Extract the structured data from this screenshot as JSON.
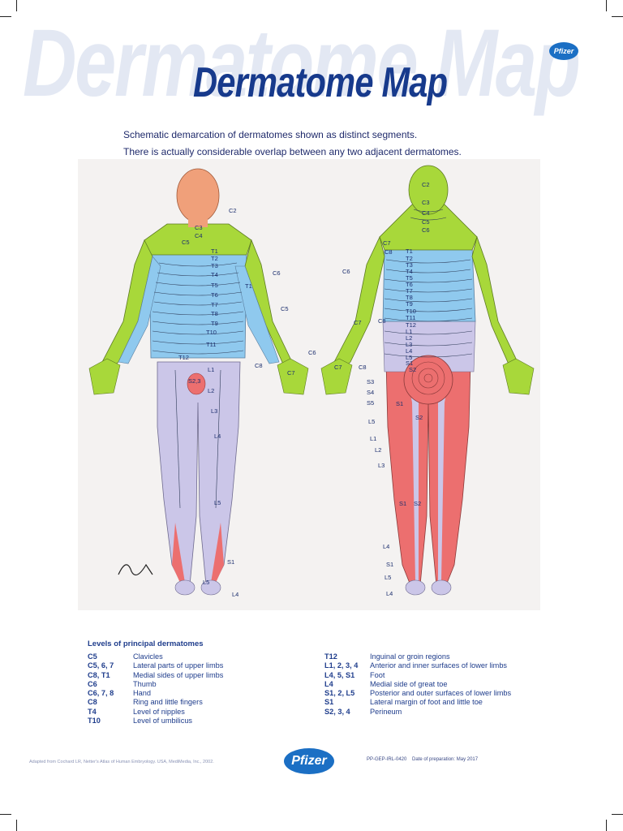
{
  "watermark": "Dermatome Map",
  "title": "Dermatome Map",
  "brand": "Pfizer",
  "subtitle": [
    "Schematic demarcation of dermatomes shown as distinct segments.",
    "There is actually considerable overlap between any two adjacent dermatomes."
  ],
  "front_labels": [
    "C2",
    "C3",
    "C4",
    "C5",
    "T1",
    "T2",
    "T3",
    "T4",
    "T5",
    "T6",
    "T7",
    "T8",
    "T9",
    "T10",
    "T11",
    "T12",
    "C6",
    "T1",
    "C5",
    "C6",
    "C8",
    "C7",
    "L1",
    "S2,3",
    "L2",
    "L3",
    "L4",
    "L5",
    "S1",
    "L5",
    "L4"
  ],
  "back_labels": [
    "C2",
    "C3",
    "C4",
    "C5",
    "C6",
    "C7",
    "C8",
    "T1",
    "T2",
    "T3",
    "T4",
    "T5",
    "T6",
    "T7",
    "T8",
    "T9",
    "T10",
    "T11",
    "T12",
    "L1",
    "L2",
    "L3",
    "L4",
    "L5",
    "S1",
    "S2",
    "C6",
    "C7",
    "C8",
    "C7",
    "C8",
    "S3",
    "S4",
    "S5",
    "S1",
    "S2",
    "L5",
    "L1",
    "L2",
    "L3",
    "S1",
    "S2",
    "L4",
    "S1",
    "L5",
    "L4"
  ],
  "levels": {
    "heading": "Levels of principal dermatomes",
    "left": [
      {
        "k": "C5",
        "v": "Clavicles"
      },
      {
        "k": "C5, 6, 7",
        "v": "Lateral parts of upper limbs"
      },
      {
        "k": "C8, T1",
        "v": "Medial sides of upper limbs"
      },
      {
        "k": "C6",
        "v": "Thumb"
      },
      {
        "k": "C6, 7, 8",
        "v": "Hand"
      },
      {
        "k": "C8",
        "v": "Ring and little fingers"
      },
      {
        "k": "T4",
        "v": "Level of nipples"
      },
      {
        "k": "T10",
        "v": "Level of umbilicus"
      }
    ],
    "right": [
      {
        "k": "T12",
        "v": "Inguinal or groin regions"
      },
      {
        "k": "L1, 2, 3, 4",
        "v": "Anterior and inner surfaces of lower limbs"
      },
      {
        "k": "L4, 5, S1",
        "v": "Foot"
      },
      {
        "k": "L4",
        "v": "Medial side of great toe"
      },
      {
        "k": "S1, 2, L5",
        "v": "Posterior and outer surfaces of lower limbs"
      },
      {
        "k": "S1",
        "v": "Lateral margin of foot and little toe"
      },
      {
        "k": "S2, 3, 4",
        "v": "Perineum"
      }
    ]
  },
  "footer": {
    "source": "Adapted from Cochard LR, Netter's Atlas of Human Embryology. USA, MediMedia, Inc., 2002.",
    "code": "PP-GEP-IRL-0420",
    "date": "Date of preparation: May 2017"
  },
  "colors": {
    "title": "#173a8c",
    "cervical": "#a8d83a",
    "thoracic": "#8fc9ee",
    "lumbar": "#c9c4e6",
    "sacral": "#ec6f6f",
    "head": "#f0a07a"
  }
}
